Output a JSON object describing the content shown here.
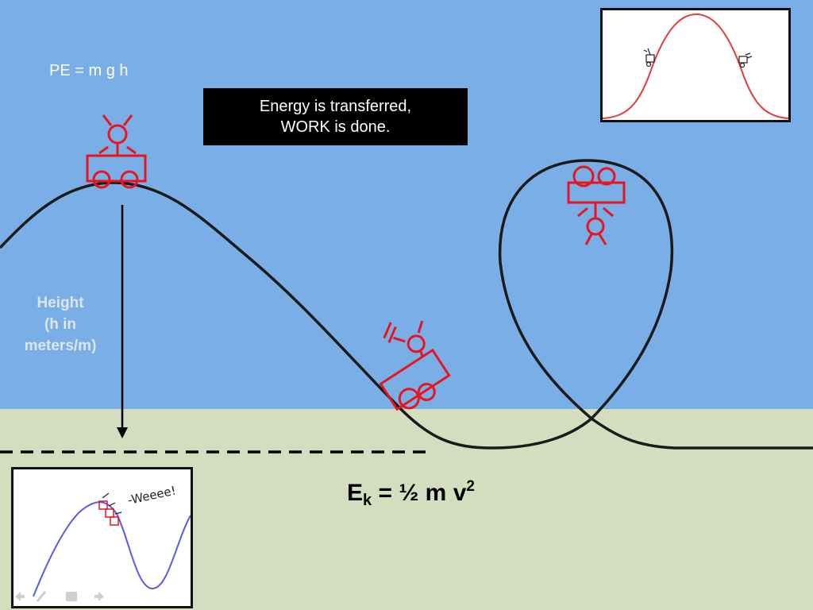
{
  "labels": {
    "pe_formula": "PE = m g h",
    "energy_note": "Energy is transferred,\nWORK is done.",
    "height": "Height\n(h in\nmeters/m)",
    "ke_main": "E",
    "ke_sub": "k",
    "ke_rest": " = ½ m v",
    "ke_sup": "2",
    "inset_caption": "-Weeee!"
  },
  "colors": {
    "sky": "#7aaee6",
    "ground": "#d4ddbd",
    "track": "#1a1a1a",
    "cart": "#e8141e",
    "inset_curve_top": "#e23c3c",
    "inset_curve_bottom": "#5a5ae6"
  }
}
